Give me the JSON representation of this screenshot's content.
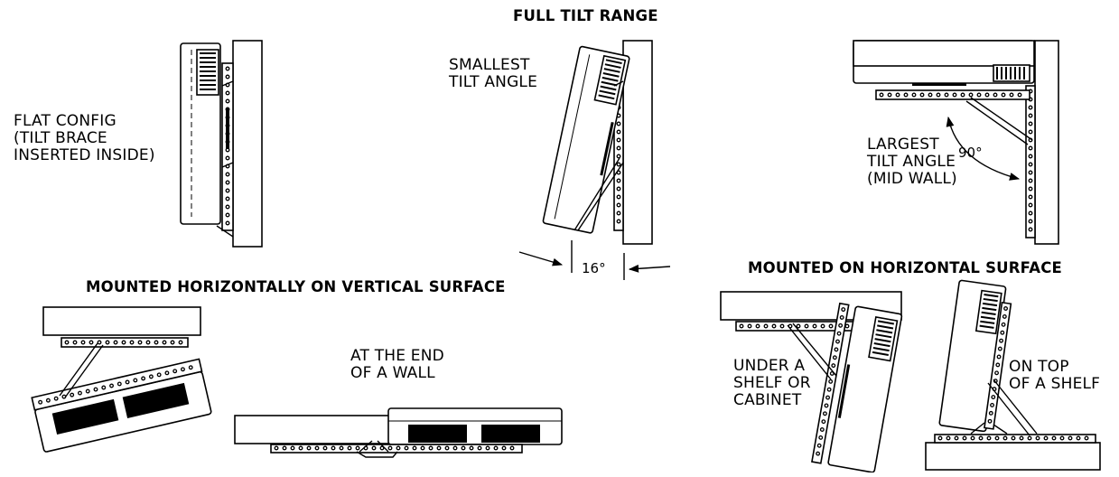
{
  "headings": {
    "full_tilt_range": "FULL TILT RANGE",
    "mounted_horizontally": "MOUNTED HORIZONTALLY ON VERTICAL SURFACE",
    "mounted_on_horizontal": "MOUNTED ON HORIZONTAL SURFACE"
  },
  "labels": {
    "flat_config": "FLAT CONFIG\n(TILT BRACE\nINSERTED INSIDE)",
    "smallest_tilt": "SMALLEST\nTILT ANGLE",
    "largest_tilt": "LARGEST\nTILT ANGLE\n(MID WALL)",
    "end_of_wall": "AT THE END\nOF A WALL",
    "under_shelf": "UNDER A\nSHELF OR\nCABINET",
    "on_top_shelf": "ON TOP\nOF A SHELF"
  },
  "dimensions": {
    "angle_90": "90°",
    "angle_16": "16°"
  }
}
